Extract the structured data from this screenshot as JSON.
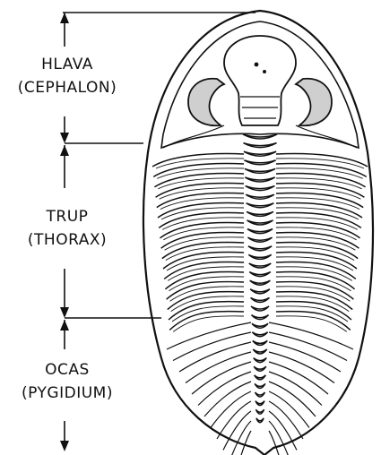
{
  "diagram": {
    "sections": [
      {
        "name": "HLAVA",
        "latin": "(CEPHALON)"
      },
      {
        "name": "TRUP",
        "latin": "(THORAX)"
      },
      {
        "name": "OCAS",
        "latin": "(PYGIDIUM)"
      }
    ]
  }
}
